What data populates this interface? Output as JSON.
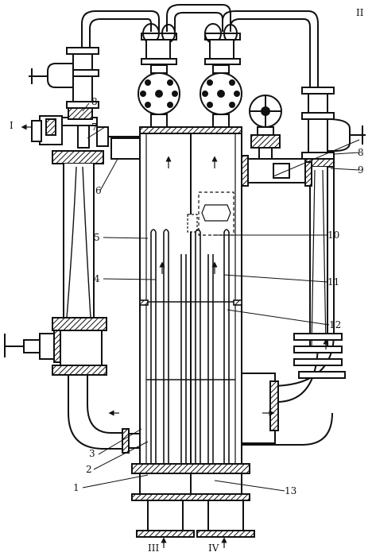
{
  "figure": {
    "part_labels": {
      "p1": "1",
      "p2": "2",
      "p3": "3",
      "p4": "4",
      "p5": "5",
      "p6": "6",
      "p7": "7",
      "p8_left": "8",
      "p8_right": "8",
      "p9": "9",
      "p10": "10",
      "p11": "11",
      "p12": "12",
      "p13": "13"
    },
    "stream_labels": {
      "s1": "I",
      "s2": "II",
      "s3": "III",
      "s4": "IV"
    }
  }
}
